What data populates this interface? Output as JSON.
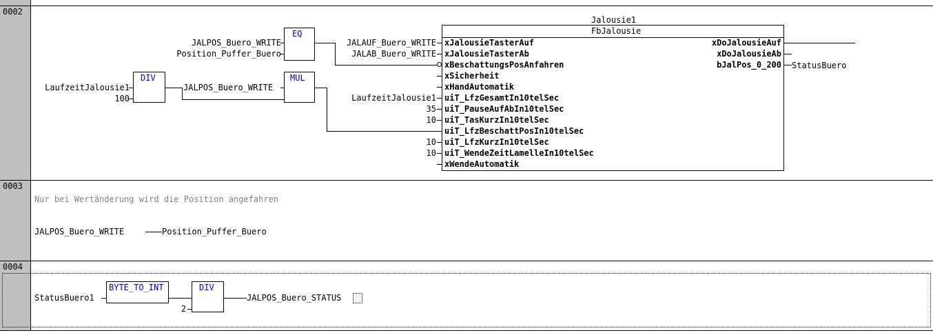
{
  "editor": {
    "language": "FBD",
    "background": "#ffffff",
    "gutter_color": "#c0c0c0",
    "operator_color": "#0000c8",
    "comment_color": "#808080",
    "line_color": "#000000"
  },
  "networks": [
    {
      "number": "0002",
      "selected": false,
      "blocks": [
        {
          "name": "EQ",
          "label": "EQ"
        },
        {
          "name": "DIV",
          "label": "DIV"
        },
        {
          "name": "MUL",
          "label": "MUL"
        },
        {
          "name": "Jalousie1",
          "instance": "Jalousie1",
          "type": "FbJalousie"
        }
      ],
      "eq_inputs": [
        "JALPOS_Buero_WRITE",
        "Position_Puffer_Buero"
      ],
      "div_inputs": [
        "LaufzeitJalousie1",
        "100"
      ],
      "mul_inputs": [
        "JALPOS_Buero_WRITE",
        ""
      ],
      "fb_input_labels": [
        "JALAUF_Buero_WRITE",
        "JALAB_Buero_WRITE",
        "",
        "",
        "",
        "LaufzeitJalousie1",
        "35",
        "10",
        "",
        "10",
        "10",
        ""
      ],
      "fb_input_pins": [
        "xJalousieTasterAuf",
        "xJalousieTasterAb",
        "xBeschattungsPosAnfahren",
        "xSicherheit",
        "xHandAutomatik",
        "uiT_LfzGesamtIn10telSec",
        "uiT_PauseAufAbIn10telSec",
        "uiT_TasKurzIn10telSec",
        "uiT_LfzBeschattPosIn10telSec",
        "uiT_LfzKurzIn10telSec",
        "uiT_WendeZeitLamelleIn10telSec",
        "xWendeAutomatik"
      ],
      "fb_output_pins": [
        "xDoJalousieAuf",
        "xDoJalousieAb",
        "bJalPos_0_200"
      ],
      "fb_output_labels": [
        "",
        "",
        "StatusBuero"
      ]
    },
    {
      "number": "0003",
      "selected": false,
      "comment": "Nur bei Wertänderung wird die Position angefahren",
      "assign_source": "JALPOS_Buero_WRITE",
      "assign_target": "Position_Puffer_Buero"
    },
    {
      "number": "0004",
      "selected": true,
      "blocks": [
        {
          "name": "BYTE_TO_INT",
          "label": "BYTE_TO_INT"
        },
        {
          "name": "DIV",
          "label": "DIV"
        }
      ],
      "conv_input": "StatusBuero1",
      "div_inputs": [
        "",
        "2"
      ],
      "output_label": "JALPOS_Buero_STATUS"
    }
  ]
}
